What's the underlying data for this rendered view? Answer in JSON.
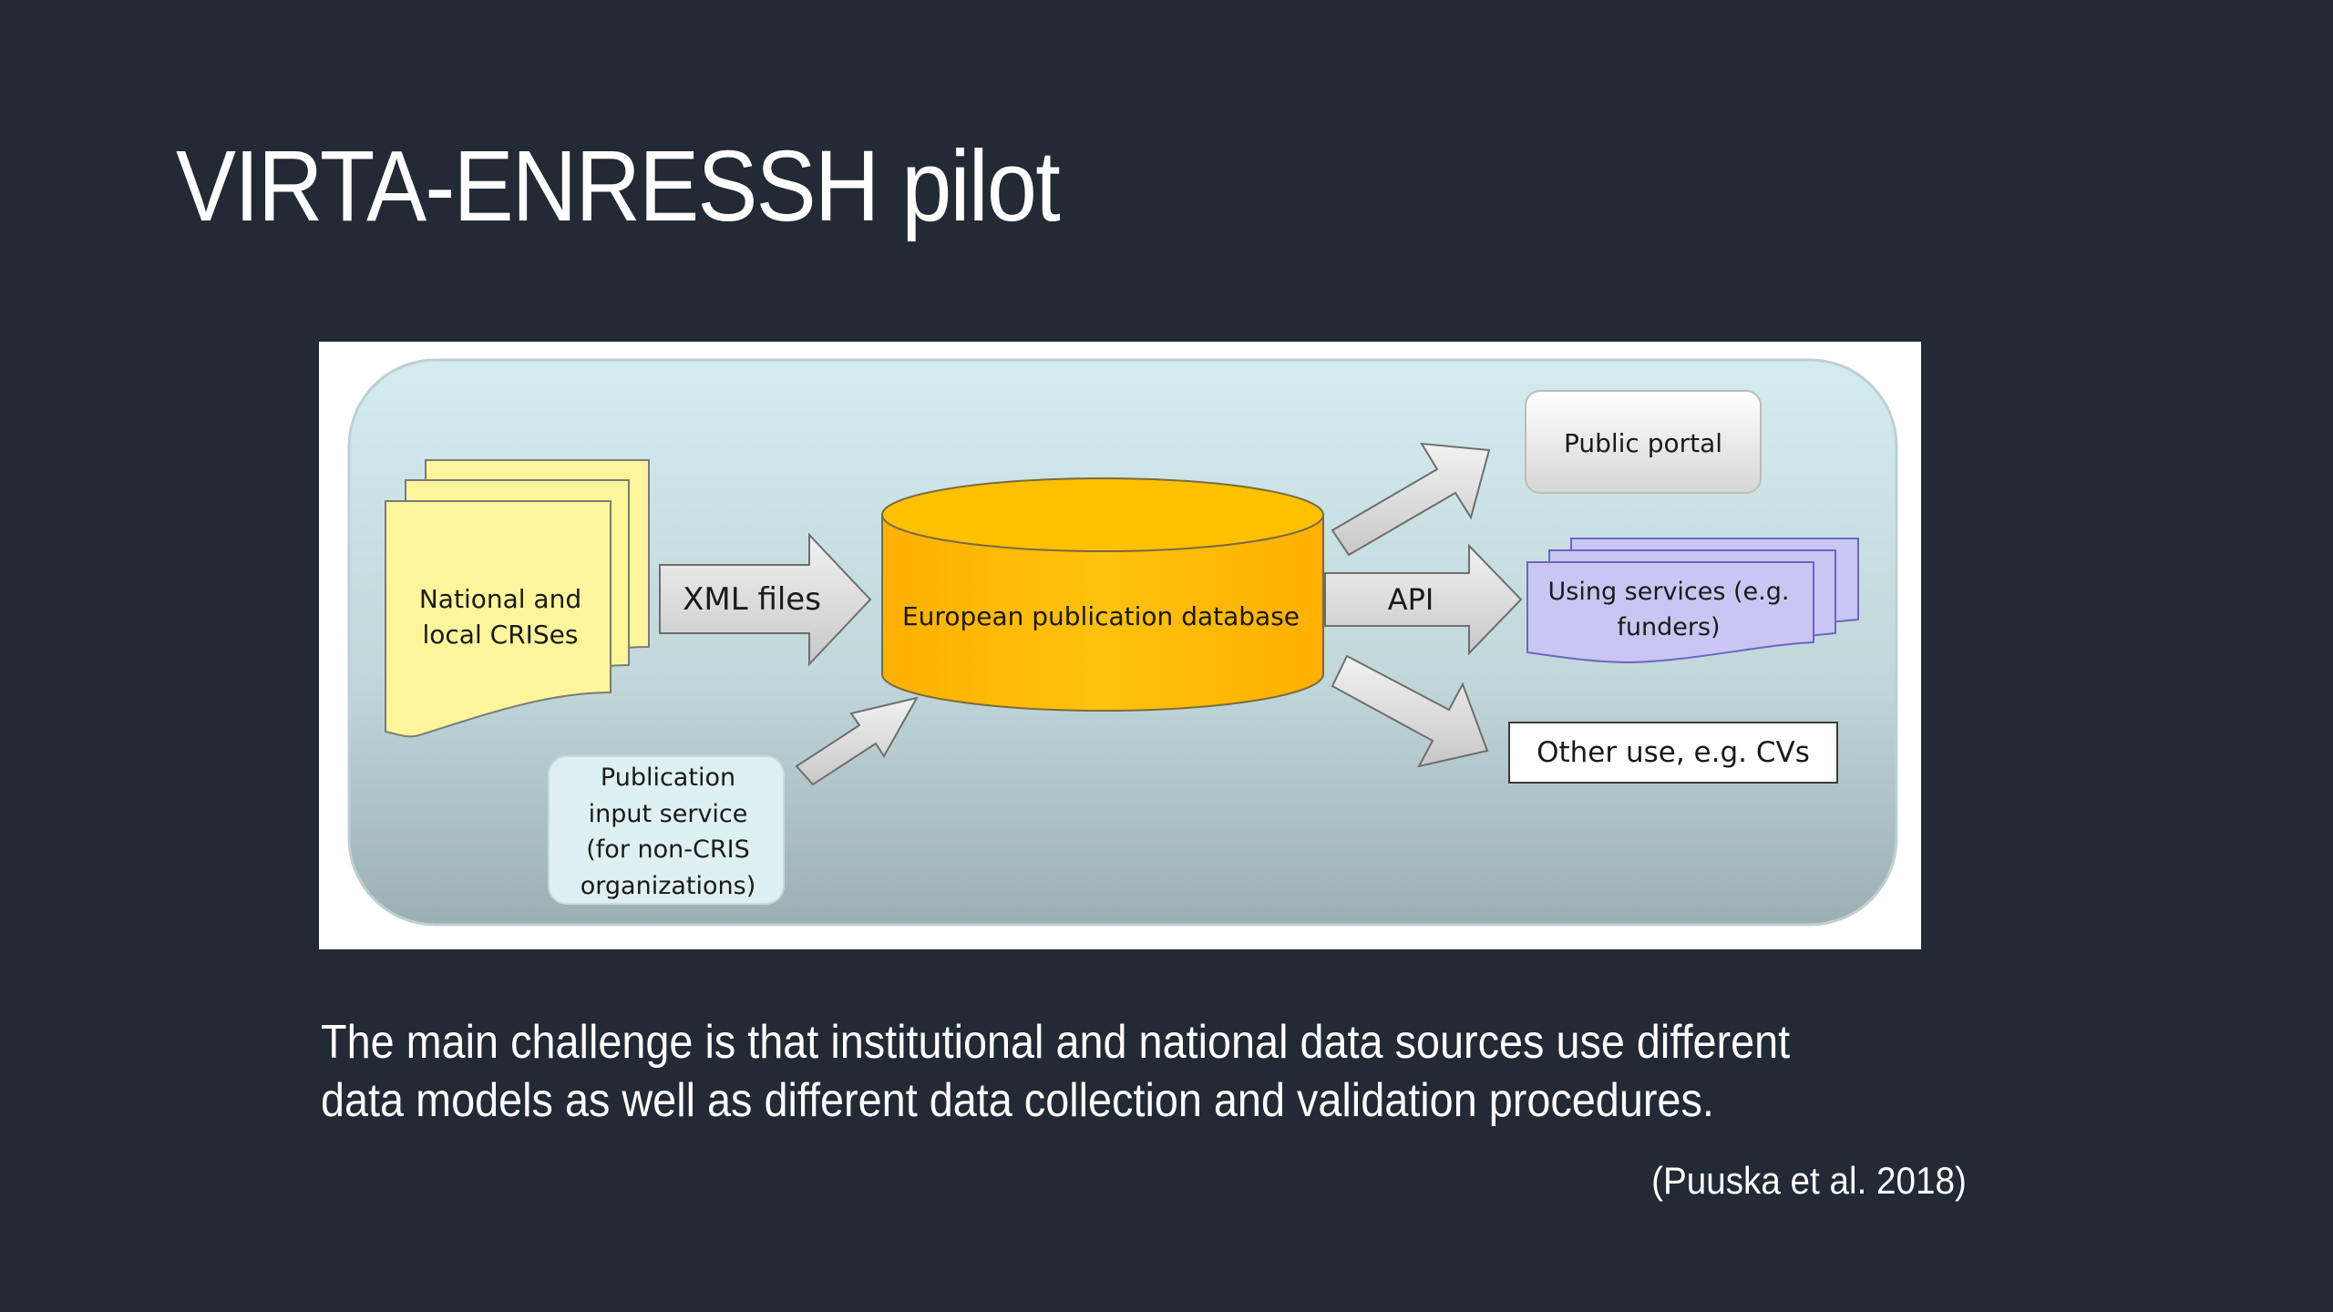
{
  "slide": {
    "title": "VIRTA-ENRESSH pilot",
    "body": "The main challenge is that institutional and national data sources use different data models as well as different data collection and validation procedures.",
    "citation": "(Puuska et al. 2018)"
  },
  "diagram": {
    "documents_line1": "National and",
    "documents_line2": "local CRISes",
    "xml_arrow": "XML files",
    "database": "European publication database",
    "api_arrow": "API",
    "public_portal": "Public portal",
    "using_services_line1": "Using services (e.g.",
    "using_services_line2": "funders)",
    "other_use": "Other use, e.g. CVs",
    "input_service_line1": "Publication",
    "input_service_line2": "input service",
    "input_service_line3": "(for non-CRIS",
    "input_service_line4": "organizations)"
  },
  "colors": {
    "background": "#222a35",
    "database_fill": "#ffc000",
    "documents_fill": "#fdf59b",
    "services_fill": "#c9c6f3",
    "arrow_fill": "#d9d9d9",
    "panel_top": "#cfe9ec",
    "panel_bottom": "#9fb3b7"
  }
}
